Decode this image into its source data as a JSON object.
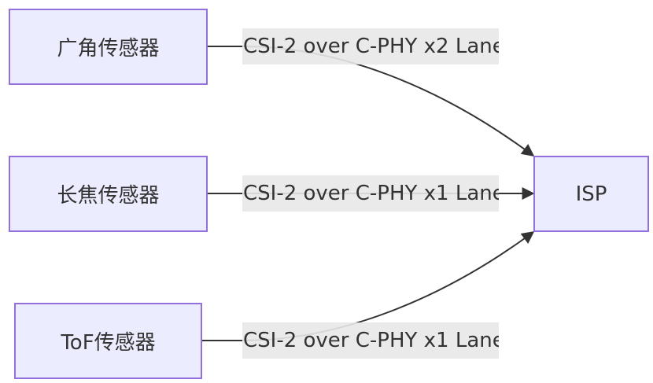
{
  "nodes": {
    "wide": "广角传感器",
    "tele": "长焦传感器",
    "tof": "ToF传感器",
    "isp": "ISP"
  },
  "edges": [
    {
      "from": "wide",
      "to": "isp",
      "label": "CSI-2 over C-PHY x2 Lane"
    },
    {
      "from": "tele",
      "to": "isp",
      "label": "CSI-2 over C-PHY x1 Lane"
    },
    {
      "from": "tof",
      "to": "isp",
      "label": "CSI-2 over C-PHY x1 Lane"
    }
  ],
  "colors": {
    "node_fill": "#ececff",
    "node_stroke": "#9370db",
    "edge": "#333333",
    "label_bg": "#e8e8e8",
    "text": "#333333"
  }
}
